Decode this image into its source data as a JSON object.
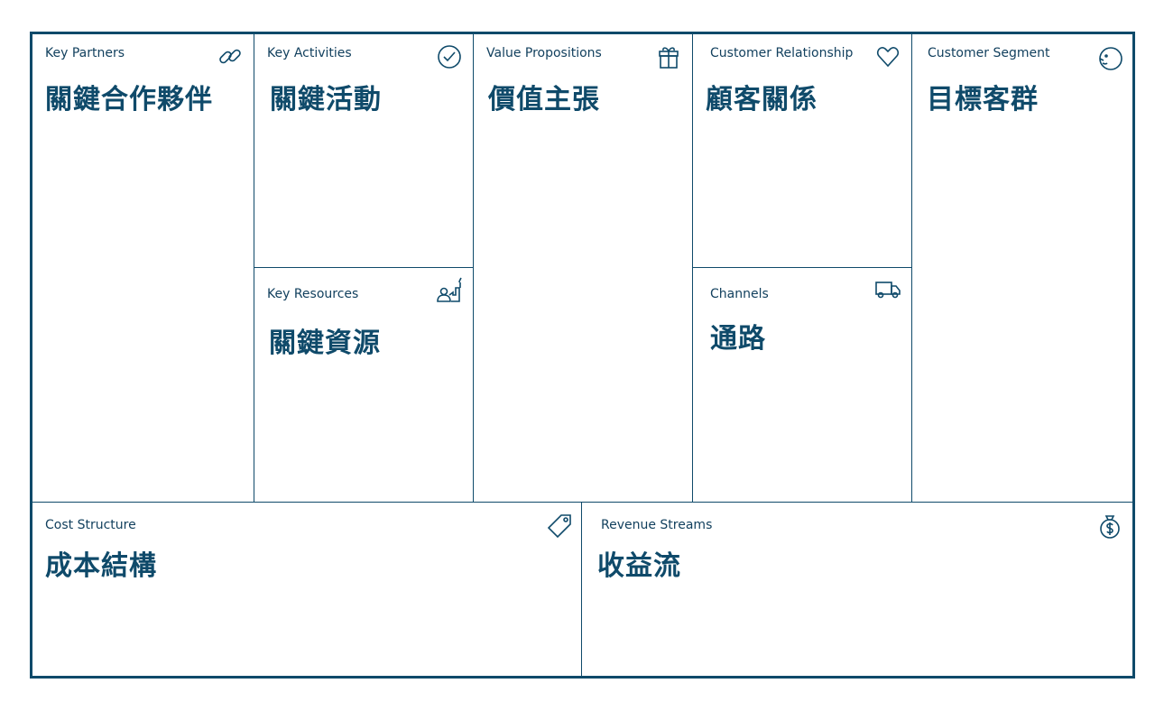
{
  "canvas": {
    "key_partners": {
      "label": "Key Partners",
      "title": "關鍵合作夥伴",
      "icon": "link-icon"
    },
    "key_activities": {
      "label": "Key Activities",
      "title": "關鍵活動",
      "icon": "checkmark-circle-icon"
    },
    "key_resources": {
      "label": "Key Resources",
      "title": "關鍵資源",
      "icon": "worker-factory-icon"
    },
    "value_propositions": {
      "label": "Value Propositions",
      "title": "價值主張",
      "icon": "gift-icon"
    },
    "customer_relationship": {
      "label": "Customer Relationship",
      "title": "顧客關係",
      "icon": "heart-icon"
    },
    "channels": {
      "label": "Channels",
      "title": "通路",
      "icon": "truck-icon"
    },
    "customer_segment": {
      "label": "Customer Segment",
      "title": "目標客群",
      "icon": "face-icon"
    },
    "cost_structure": {
      "label": "Cost Structure",
      "title": "成本結構",
      "icon": "price-tag-icon"
    },
    "revenue_streams": {
      "label": "Revenue Streams",
      "title": "收益流",
      "icon": "money-bag-icon"
    }
  },
  "colors": {
    "primary": "#0f4a6a"
  }
}
